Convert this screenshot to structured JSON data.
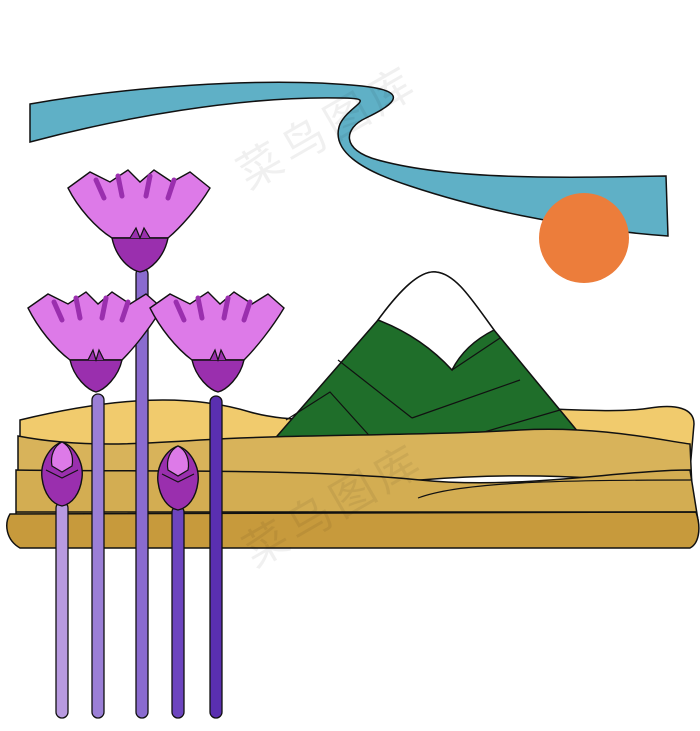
{
  "colors": {
    "background": "#ffffff",
    "river": "#5fb0c6",
    "sun": "#ec7d3b",
    "mountain": "#1f6e2a",
    "snow": "#ffffff",
    "sand_light": "#f1cb6d",
    "sand_mid": "#d8b35a",
    "sand_dark": "#c79a3c",
    "flower_light": "#dd7ae8",
    "flower_dark": "#9a2fae",
    "stem_light": "#b89ae0",
    "stem_mid": "#8a6bcf",
    "stem_dark": "#5a2fb0",
    "outline": "#111111"
  },
  "icons": [
    "river-shape",
    "sun-circle",
    "snow-capped-mountain",
    "sand-dunes",
    "lotus-flower",
    "lotus-bud"
  ],
  "watermarks": [
    {
      "text": "菜鸟图库"
    },
    {
      "text": "菜鸟图库"
    }
  ]
}
